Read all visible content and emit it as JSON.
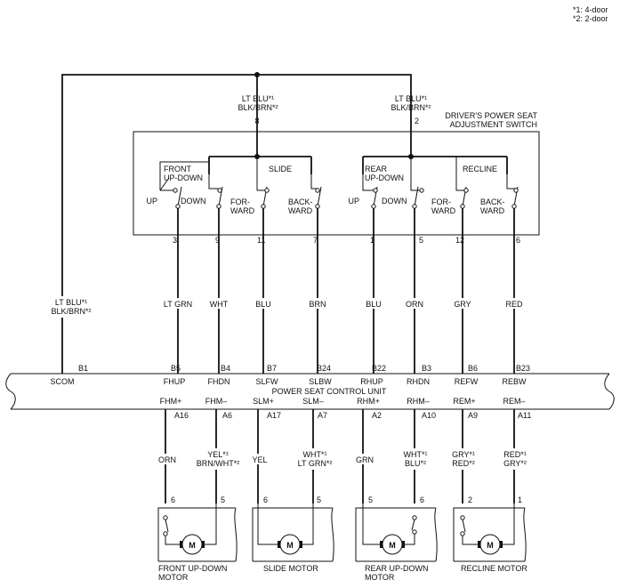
{
  "footnotes": [
    "*1: 4-door",
    "*2: 2-door"
  ],
  "switch_box_title": [
    "DRIVER'S POWER SEAT",
    "ADJUSTMENT SWITCH"
  ],
  "feed_wires": [
    {
      "label1": "LT BLU*¹",
      "label2": "BLK/BRN*²",
      "pin": "8"
    },
    {
      "label1": "LT BLU*¹",
      "label2": "BLK/BRN*²",
      "pin": "2"
    }
  ],
  "scom_wire": {
    "label1": "LT BLU*¹",
    "label2": "BLK/BRN*²"
  },
  "switch_groups": [
    {
      "title": [
        "FRONT",
        "UP-DOWN"
      ],
      "left": [
        "UP"
      ],
      "right": [
        "DOWN"
      ]
    },
    {
      "title": [
        "SLIDE"
      ],
      "left": [
        "FOR-",
        "WARD"
      ],
      "right": [
        "BACK-",
        "WARD"
      ]
    },
    {
      "title": [
        "REAR",
        "UP-DOWN"
      ],
      "left": [
        "UP"
      ],
      "right": [
        "DOWN"
      ]
    },
    {
      "title": [
        "RECLINE"
      ],
      "left": [
        "FOR-",
        "WARD"
      ],
      "right": [
        "BACK-",
        "WARD"
      ]
    }
  ],
  "switch_wires": [
    {
      "pin": "3",
      "color": "LT GRN",
      "connector": "B5",
      "signal": "FHUP"
    },
    {
      "pin": "9",
      "color": "WHT",
      "connector": "B4",
      "signal": "FHDN"
    },
    {
      "pin": "11",
      "color": "BLU",
      "connector": "B7",
      "signal": "SLFW"
    },
    {
      "pin": "7",
      "color": "BRN",
      "connector": "B24",
      "signal": "SLBW"
    },
    {
      "pin": "1",
      "color": "BLU",
      "connector": "B22",
      "signal": "RHUP"
    },
    {
      "pin": "5",
      "color": "ORN",
      "connector": "B3",
      "signal": "RHDN"
    },
    {
      "pin": "12",
      "color": "GRY",
      "connector": "B6",
      "signal": "REFW"
    },
    {
      "pin": "6",
      "color": "RED",
      "connector": "B23",
      "signal": "REBW"
    }
  ],
  "control_unit": {
    "name": "POWER SEAT CONTROL UNIT",
    "scom_pin": "B1",
    "scom_label": "SCOM"
  },
  "motor_wires": [
    {
      "signal": "FHM+",
      "connector": "A16",
      "color1": "ORN",
      "color2": "",
      "pin": "6"
    },
    {
      "signal": "FHM–",
      "connector": "A6",
      "color1": "YEL*¹",
      "color2": "BRN/WHT*²",
      "pin": "5"
    },
    {
      "signal": "SLM+",
      "connector": "A17",
      "color1": "YEL",
      "color2": "",
      "pin": "6"
    },
    {
      "signal": "SLM–",
      "connector": "A7",
      "color1": "WHT*¹",
      "color2": "LT GRN*²",
      "pin": "5"
    },
    {
      "signal": "RHM+",
      "connector": "A2",
      "color1": "GRN",
      "color2": "",
      "pin": "5"
    },
    {
      "signal": "RHM–",
      "connector": "A10",
      "color1": "WHT*¹",
      "color2": "BLU*²",
      "pin": "6"
    },
    {
      "signal": "REM+",
      "connector": "A9",
      "color1": "GRY*¹",
      "color2": "RED*²",
      "pin": "2"
    },
    {
      "signal": "REM–",
      "connector": "A11",
      "color1": "RED*¹",
      "color2": "GRY*²",
      "pin": "1"
    }
  ],
  "motors": [
    {
      "symbol": "M",
      "name": [
        "FRONT UP-DOWN",
        "MOTOR"
      ]
    },
    {
      "symbol": "M",
      "name": [
        "SLIDE MOTOR"
      ]
    },
    {
      "symbol": "M",
      "name": [
        "REAR UP-DOWN",
        "MOTOR"
      ]
    },
    {
      "symbol": "M",
      "name": [
        "RECLINE MOTOR"
      ]
    }
  ]
}
